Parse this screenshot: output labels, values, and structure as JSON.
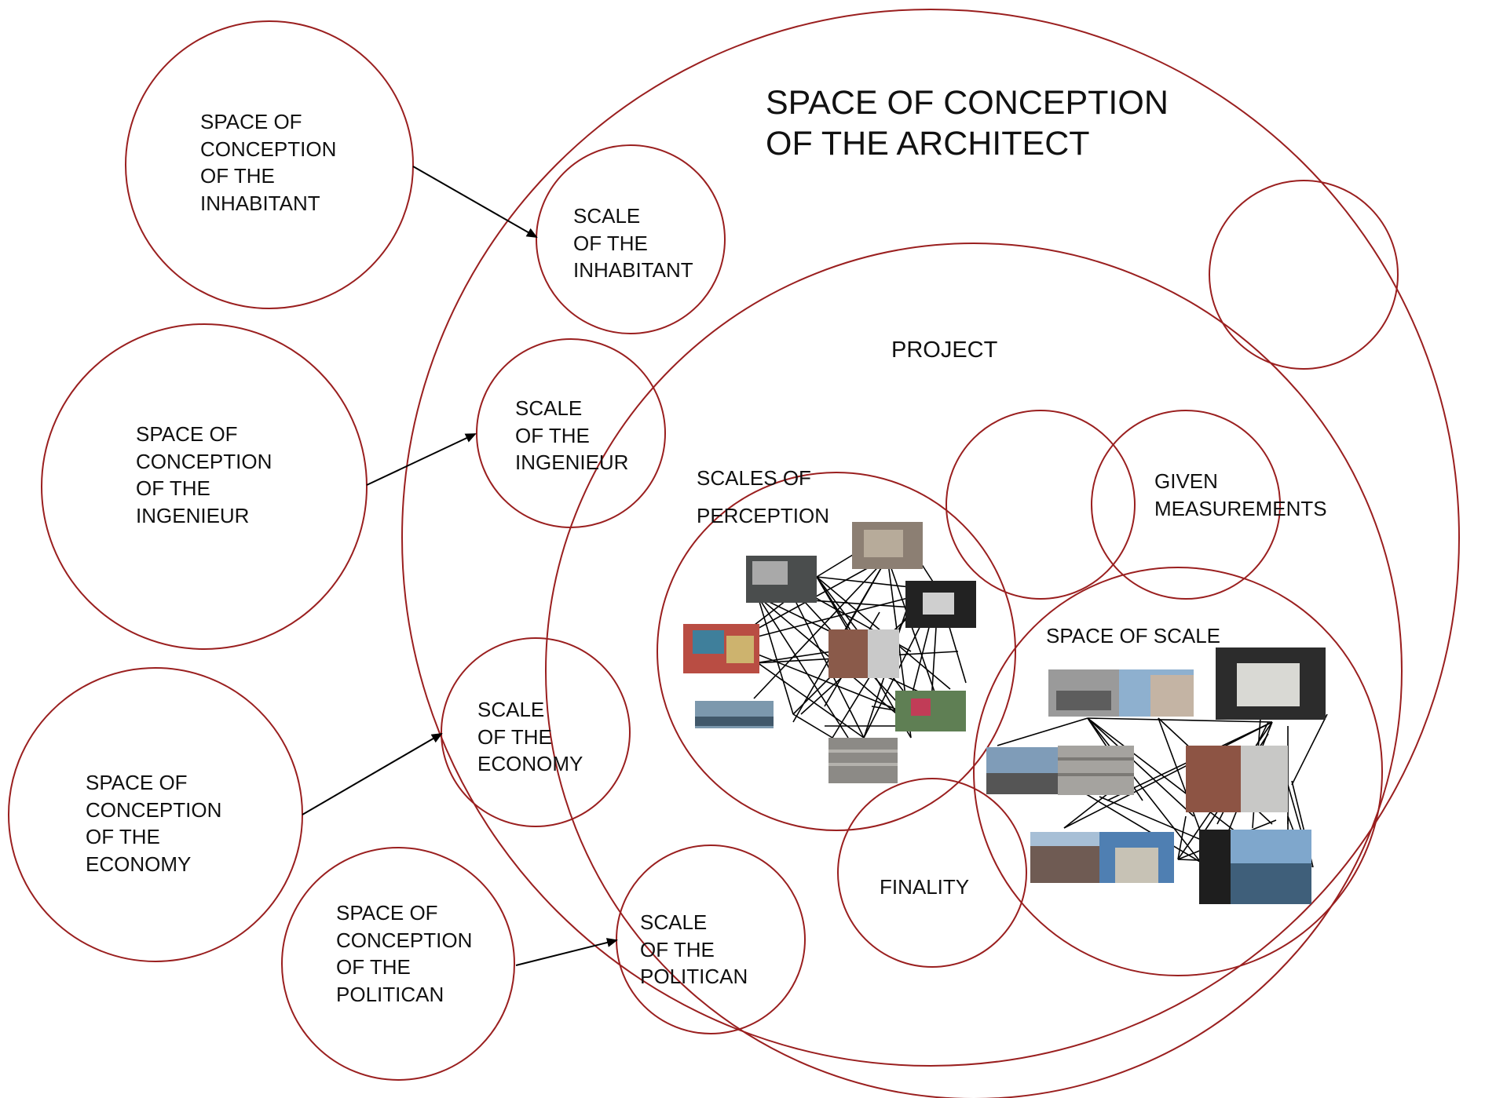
{
  "title": {
    "line1": "SPACE OF CONCEPTION",
    "line2": "OF THE ARCHITECT"
  },
  "actors": [
    {
      "lines": [
        "SPACE OF",
        "CONCEPTION",
        "OF THE",
        "INHABITANT"
      ]
    },
    {
      "lines": [
        "SPACE OF",
        "CONCEPTION",
        "OF THE",
        "INGENIEUR"
      ]
    },
    {
      "lines": [
        "SPACE OF",
        "CONCEPTION",
        "OF THE",
        "ECONOMY"
      ]
    },
    {
      "lines": [
        "SPACE OF",
        "CONCEPTION",
        "OF THE",
        "POLITICAN"
      ]
    }
  ],
  "scales": [
    {
      "lines": [
        "SCALE",
        "OF THE",
        "INHABITANT"
      ]
    },
    {
      "lines": [
        "SCALE",
        "OF THE",
        "INGENIEUR"
      ]
    },
    {
      "lines": [
        "SCALE",
        "OF THE",
        "ECONOMY"
      ]
    },
    {
      "lines": [
        "SCALE",
        "OF THE",
        "POLITICAN"
      ]
    }
  ],
  "project": {
    "label": "PROJECT"
  },
  "perception": {
    "line1": "SCALES OF",
    "line2": "PERCEPTION"
  },
  "given": {
    "line1": "GIVEN",
    "line2": "MEASUREMENTS"
  },
  "space_of_scale": {
    "label": "SPACE OF SCALE"
  },
  "finality": {
    "label": "FINALITY"
  },
  "colors": {
    "circle_stroke": "#9a1f1f",
    "line": "#000000"
  }
}
